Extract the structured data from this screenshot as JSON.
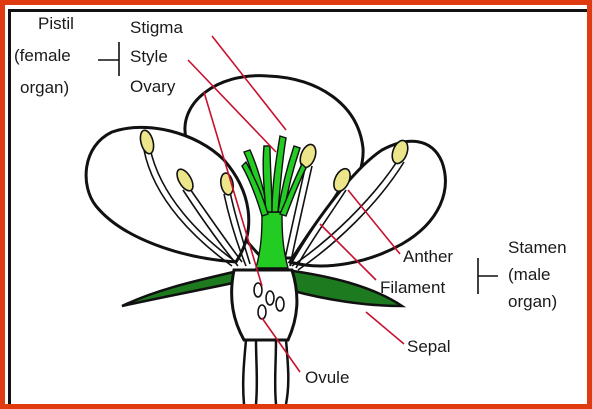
{
  "labels": {
    "pistil_line1": "Pistil",
    "pistil_line2": "(female",
    "pistil_line3": "organ)",
    "stigma": "Stigma",
    "style": "Style",
    "ovary": "Ovary",
    "anther": "Anther",
    "filament": "Filament",
    "stamen_line1": "Stamen",
    "stamen_line2": "(male",
    "stamen_line3": "organ)",
    "sepal": "Sepal",
    "ovule": "Ovule"
  },
  "colors": {
    "border": "#e03a10",
    "pistil_green": "#22cc22",
    "sepal_green": "#1e7a1e",
    "anther_yellow": "#ede58a",
    "pointer_red": "#c8102e"
  }
}
